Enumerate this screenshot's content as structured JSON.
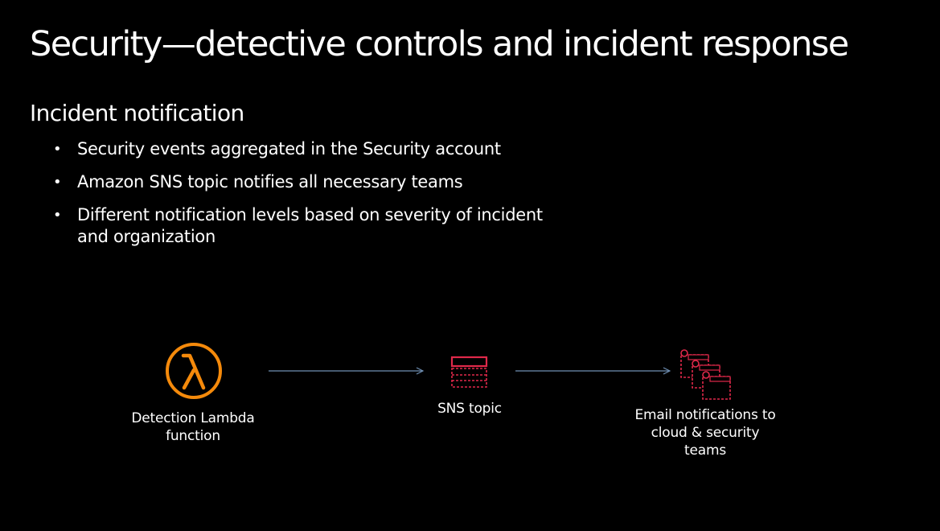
{
  "title": "Security—detective controls and incident response",
  "subtitle": "Incident notification",
  "bullets": [
    "Security events aggregated in the Security account",
    "Amazon SNS topic notifies all necessary teams",
    "Different notification levels based on severity of incident and organization"
  ],
  "diagram": {
    "lambda": {
      "icon": "lambda-icon",
      "label": "Detection Lambda function"
    },
    "sns": {
      "icon": "sns-topic-icon",
      "label": "SNS topic"
    },
    "email": {
      "icon": "email-notifications-icon",
      "label": "Email notifications to cloud & security teams"
    }
  },
  "colors": {
    "background": "#000000",
    "text": "#ffffff",
    "lambda_orange": "#f58a0b",
    "sns_red": "#e0294a",
    "arrow": "#6f8fb3"
  }
}
